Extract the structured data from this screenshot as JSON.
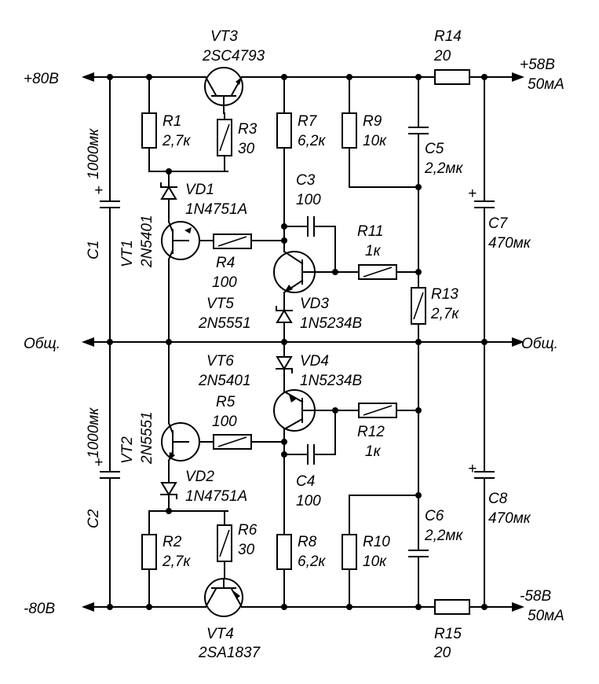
{
  "rails": {
    "pos_in": "+80В",
    "neg_in": "-80В",
    "common_left": "Общ.",
    "common_right": "Общ.",
    "pos_out": "+58В",
    "pos_out_current": "50мА",
    "neg_out": "-58В",
    "neg_out_current": "50мА"
  },
  "components": {
    "VT3": {
      "ref": "VT3",
      "part": "2SC4793"
    },
    "VT4": {
      "ref": "VT4",
      "part": "2SA1837"
    },
    "VT1": {
      "ref": "VT1",
      "part": "2N5401"
    },
    "VT2": {
      "ref": "VT2",
      "part": "2N5551"
    },
    "VT5": {
      "ref": "VT5",
      "part": "2N5551"
    },
    "VT6": {
      "ref": "VT6",
      "part": "2N5401"
    },
    "VD1": {
      "ref": "VD1",
      "part": "1N4751A"
    },
    "VD2": {
      "ref": "VD2",
      "part": "1N4751A"
    },
    "VD3": {
      "ref": "VD3",
      "part": "1N5234B"
    },
    "VD4": {
      "ref": "VD4",
      "part": "1N5234B"
    },
    "R1": {
      "ref": "R1",
      "value": "2,7к"
    },
    "R2": {
      "ref": "R2",
      "value": "2,7к"
    },
    "R3": {
      "ref": "R3",
      "value": "30"
    },
    "R6": {
      "ref": "R6",
      "value": "30"
    },
    "R4": {
      "ref": "R4",
      "value": "100"
    },
    "R5": {
      "ref": "R5",
      "value": "100"
    },
    "R7": {
      "ref": "R7",
      "value": "6,2к"
    },
    "R8": {
      "ref": "R8",
      "value": "6,2к"
    },
    "R9": {
      "ref": "R9",
      "value": "10к"
    },
    "R10": {
      "ref": "R10",
      "value": "10к"
    },
    "R11": {
      "ref": "R11",
      "value": "1к"
    },
    "R12": {
      "ref": "R12",
      "value": "1к"
    },
    "R13": {
      "ref": "R13",
      "value": "2,7к"
    },
    "R14": {
      "ref": "R14",
      "value": "20"
    },
    "R15": {
      "ref": "R15",
      "value": "20"
    },
    "C1": {
      "ref": "C1",
      "value": "1000мк"
    },
    "C2": {
      "ref": "C2",
      "value": "1000мк"
    },
    "C3": {
      "ref": "C3",
      "value": "100"
    },
    "C4": {
      "ref": "C4",
      "value": "100"
    },
    "C5": {
      "ref": "C5",
      "value": "2,2мк"
    },
    "C6": {
      "ref": "C6",
      "value": "2,2мк"
    },
    "C7": {
      "ref": "C7",
      "value": "470мк"
    },
    "C8": {
      "ref": "C8",
      "value": "470мк"
    }
  },
  "symbols": {
    "plus": "+"
  }
}
